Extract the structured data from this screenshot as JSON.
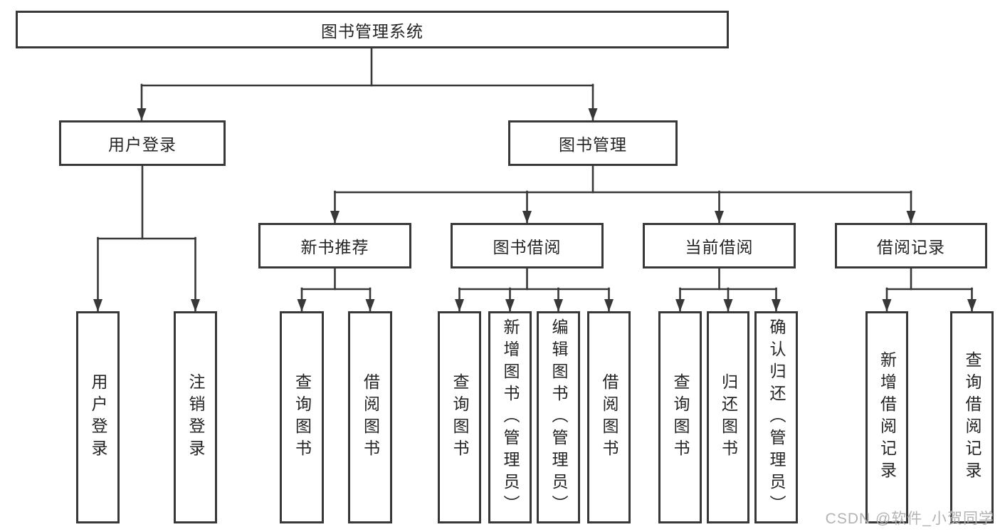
{
  "diagram": {
    "root": {
      "label": "图书管理系统"
    },
    "user_login": {
      "label": "用户登录",
      "children": [
        {
          "label": "用户登录"
        },
        {
          "label": "注销登录"
        }
      ]
    },
    "book_mgmt": {
      "label": "图书管理"
    },
    "modules": [
      {
        "label": "新书推荐",
        "children": [
          {
            "label": "查询图书"
          },
          {
            "label": "借阅图书"
          }
        ]
      },
      {
        "label": "图书借阅",
        "children": [
          {
            "label": "查询图书"
          },
          {
            "label": "新增图书（管理员）"
          },
          {
            "label": "编辑图书（管理员）"
          },
          {
            "label": "借阅图书"
          }
        ]
      },
      {
        "label": "当前借阅",
        "children": [
          {
            "label": "查询图书"
          },
          {
            "label": "归还图书"
          },
          {
            "label": "确认归还（管理员）"
          }
        ]
      },
      {
        "label": "借阅记录",
        "children": [
          {
            "label": "新增借阅记录"
          },
          {
            "label": "查询借阅记录"
          }
        ]
      }
    ]
  },
  "watermark": {
    "text": "CSDN @软件_小贺同学"
  },
  "colors": {
    "line": "#383838",
    "box_border": "#383838",
    "text": "#242424",
    "watermark": "#b3b3b3",
    "background": "#ffffff"
  }
}
